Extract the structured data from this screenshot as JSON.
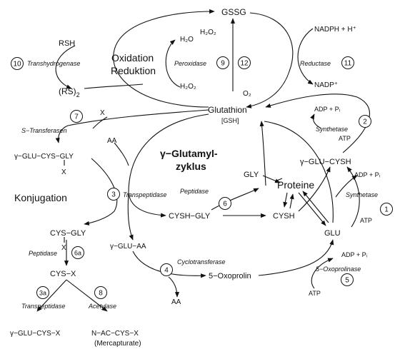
{
  "compounds": {
    "gssg": "GSSG",
    "rsh": "RSH",
    "rs2_base": "(RS)",
    "rs2_sub": "2",
    "h2o_left": "H₂O",
    "h2o2_left": "H₂O₂",
    "h2o2_top": "H₂O₂",
    "o2": "O₂",
    "nadph": "NADPH + H⁺",
    "nadp": "NADP⁺",
    "glutathion": "Glutathion",
    "gsh": "[GSH]",
    "adp_pi_1": "ADP + Pᵢ",
    "atp_1": "ATP",
    "gamma_glu_cysh": "γ−GLU−CYSH",
    "adp_pi_2": "ADP + Pᵢ",
    "atp_2": "ATP",
    "glu": "GLU",
    "adp_pi_3": "ADP + Pᵢ",
    "atp_3": "ATP",
    "proteine": "Proteine",
    "gly": "GLY",
    "cysh": "CYSH",
    "cysh_gly": "CYSH−GLY",
    "aa_top": "AA",
    "gamma_glu_aa": "γ−GLU−AA",
    "oxoprolin": "5−Oxoprolin",
    "aa_bottom": "AA",
    "x_top": "X",
    "gamma_glu_cys_gly": "γ−GLU−CYS−GLY",
    "x_1": "X",
    "cys_gly": "CYS−GLY",
    "x_2": "X",
    "cys_x": "CYS−X",
    "gamma_glu_cys_x": "γ−GLU−CYS−X",
    "n_ac_cys_x": "N−AC−CYS−X",
    "mercapturate": "(Mercapturate)"
  },
  "enzymes": {
    "transhydrogenase": "Transhydrogenase",
    "peroxidase": "Peroxidase",
    "reductase": "Reductase",
    "s_transferasen": "S−Transferasen",
    "synthetase_1": "Synthetase",
    "synthetase_2": "Synthetase",
    "transpeptidase_1": "Transpeptidase",
    "peptidase_1": "Peptidase",
    "cyclotransferase": "Cyclotransferase",
    "oxoprolinase": "5−Oxoprolinase",
    "peptidase_2": "Peptidase",
    "transpeptidase_2": "Transpeptidase",
    "acetylase": "Acetylase"
  },
  "labels": {
    "oxidation": "Oxidation",
    "reduktion": "Reduktion",
    "zyklus_line1": "γ−Glutamyl-",
    "zyklus_line2": "zyklus",
    "konjugation": "Konjugation"
  },
  "steps": {
    "n1": "1",
    "n2": "2",
    "n3": "3",
    "n3a": "3a",
    "n4": "4",
    "n5": "5",
    "n6": "6",
    "n6a": "6a",
    "n7": "7",
    "n8": "8",
    "n9": "9",
    "n10": "10",
    "n11": "11",
    "n12": "12"
  }
}
